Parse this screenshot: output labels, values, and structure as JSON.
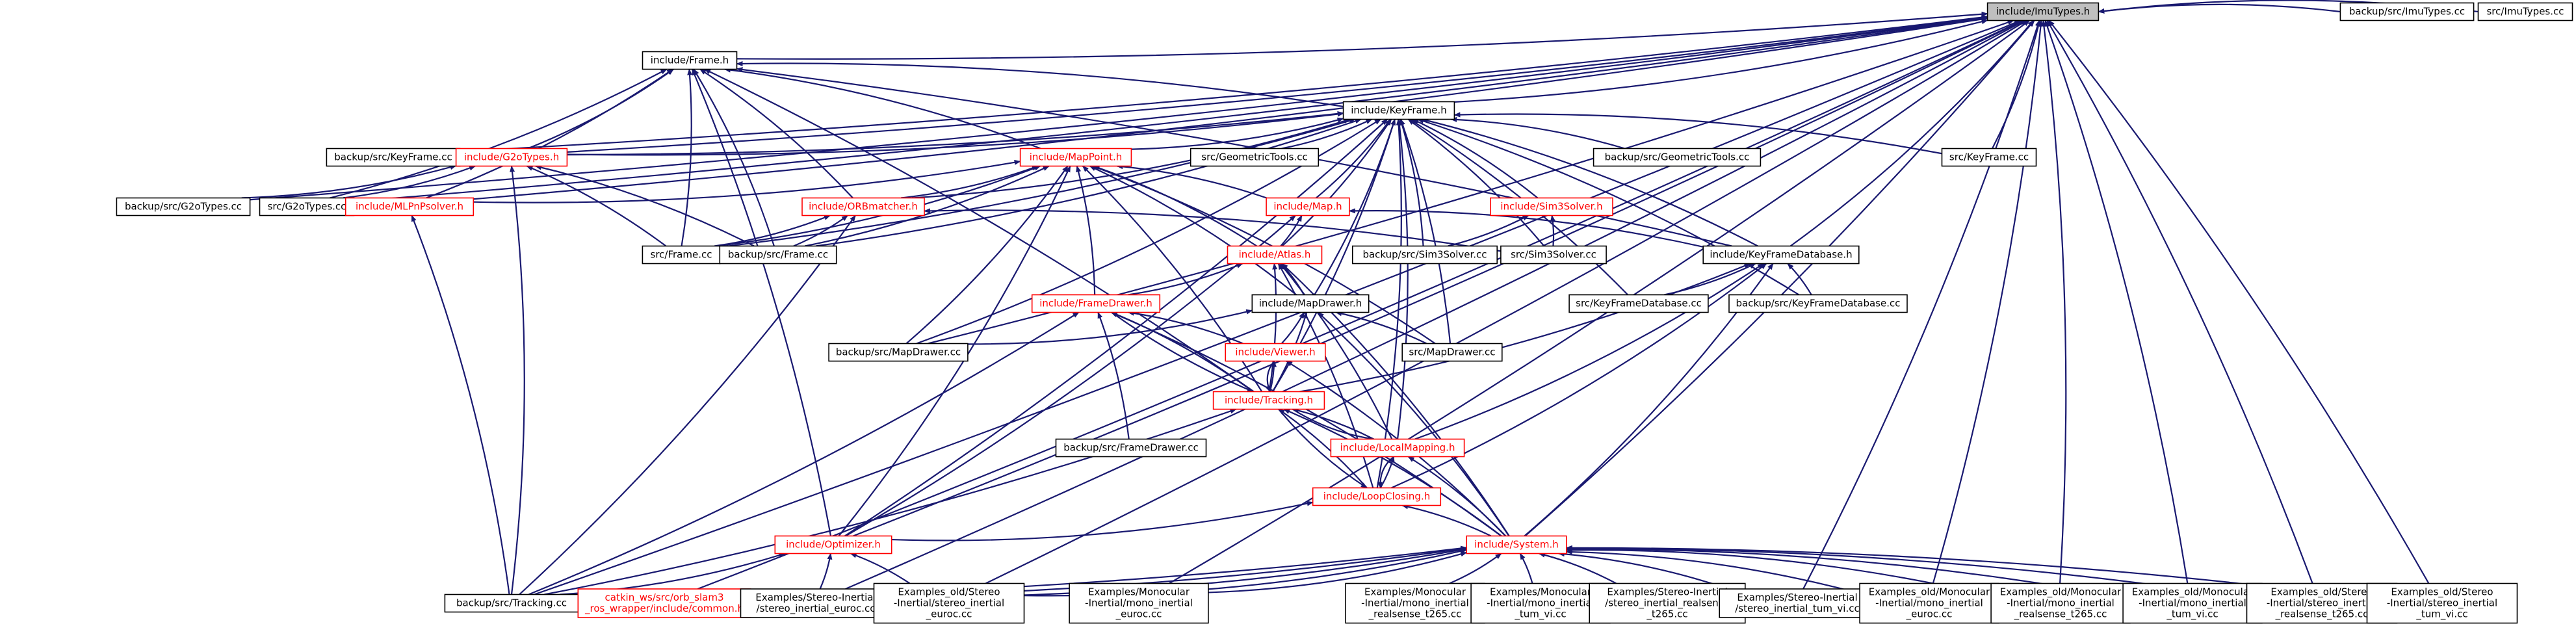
{
  "graph": {
    "nodes": [
      {
        "id": "imutypes_h",
        "lines": [
          "include/ImuTypes.h"
        ],
        "style": "root"
      },
      {
        "id": "backup_imutypes_cc",
        "lines": [
          "backup/src/ImuTypes.cc"
        ],
        "style": "normal"
      },
      {
        "id": "src_imutypes_cc",
        "lines": [
          "src/ImuTypes.cc"
        ],
        "style": "normal"
      },
      {
        "id": "frame_h",
        "lines": [
          "include/Frame.h"
        ],
        "style": "normal"
      },
      {
        "id": "keyframe_h",
        "lines": [
          "include/KeyFrame.h"
        ],
        "style": "normal"
      },
      {
        "id": "backup_keyframe_cc",
        "lines": [
          "backup/src/KeyFrame.cc"
        ],
        "style": "normal"
      },
      {
        "id": "g2otypes_h",
        "lines": [
          "include/G2oTypes.h"
        ],
        "style": "red"
      },
      {
        "id": "mappoint_h",
        "lines": [
          "include/MapPoint.h"
        ],
        "style": "red"
      },
      {
        "id": "src_geometrictools_cc",
        "lines": [
          "src/GeometricTools.cc"
        ],
        "style": "normal"
      },
      {
        "id": "backup_geometrictools_cc",
        "lines": [
          "backup/src/GeometricTools.cc"
        ],
        "style": "normal"
      },
      {
        "id": "src_keyframe_cc",
        "lines": [
          "src/KeyFrame.cc"
        ],
        "style": "normal"
      },
      {
        "id": "backup_g2otypes_cc",
        "lines": [
          "backup/src/G2oTypes.cc"
        ],
        "style": "normal"
      },
      {
        "id": "src_g2otypes_cc",
        "lines": [
          "src/G2oTypes.cc"
        ],
        "style": "normal"
      },
      {
        "id": "mlpnp_h",
        "lines": [
          "include/MLPnPsolver.h"
        ],
        "style": "red"
      },
      {
        "id": "orbmatcher_h",
        "lines": [
          "include/ORBmatcher.h"
        ],
        "style": "red"
      },
      {
        "id": "map_h",
        "lines": [
          "include/Map.h"
        ],
        "style": "red"
      },
      {
        "id": "sim3solver_h",
        "lines": [
          "include/Sim3Solver.h"
        ],
        "style": "red"
      },
      {
        "id": "src_frame_cc",
        "lines": [
          "src/Frame.cc"
        ],
        "style": "normal"
      },
      {
        "id": "backup_frame_cc",
        "lines": [
          "backup/src/Frame.cc"
        ],
        "style": "normal"
      },
      {
        "id": "backup_sim3solver_cc",
        "lines": [
          "backup/src/Sim3Solver.cc"
        ],
        "style": "normal"
      },
      {
        "id": "src_sim3solver_cc",
        "lines": [
          "src/Sim3Solver.cc"
        ],
        "style": "normal"
      },
      {
        "id": "kfdb_h",
        "lines": [
          "include/KeyFrameDatabase.h"
        ],
        "style": "normal"
      },
      {
        "id": "atlas_h",
        "lines": [
          "include/Atlas.h"
        ],
        "style": "red"
      },
      {
        "id": "framedrawer_h",
        "lines": [
          "include/FrameDrawer.h"
        ],
        "style": "red"
      },
      {
        "id": "mapdrawer_h",
        "lines": [
          "include/MapDrawer.h"
        ],
        "style": "normal"
      },
      {
        "id": "src_kfdb_cc",
        "lines": [
          "src/KeyFrameDatabase.cc"
        ],
        "style": "normal"
      },
      {
        "id": "backup_kfdb_cc",
        "lines": [
          "backup/src/KeyFrameDatabase.cc"
        ],
        "style": "normal"
      },
      {
        "id": "backup_mapdrawer_cc",
        "lines": [
          "backup/src/MapDrawer.cc"
        ],
        "style": "normal"
      },
      {
        "id": "src_mapdrawer_cc",
        "lines": [
          "src/MapDrawer.cc"
        ],
        "style": "normal"
      },
      {
        "id": "viewer_h",
        "lines": [
          "include/Viewer.h"
        ],
        "style": "red"
      },
      {
        "id": "tracking_h",
        "lines": [
          "include/Tracking.h"
        ],
        "style": "red"
      },
      {
        "id": "backup_framedrawer_cc",
        "lines": [
          "backup/src/FrameDrawer.cc"
        ],
        "style": "normal"
      },
      {
        "id": "localmapping_h",
        "lines": [
          "include/LocalMapping.h"
        ],
        "style": "red"
      },
      {
        "id": "loopclosing_h",
        "lines": [
          "include/LoopClosing.h"
        ],
        "style": "red"
      },
      {
        "id": "optimizer_h",
        "lines": [
          "include/Optimizer.h"
        ],
        "style": "red"
      },
      {
        "id": "system_h",
        "lines": [
          "include/System.h"
        ],
        "style": "red"
      },
      {
        "id": "backup_tracking_cc",
        "lines": [
          "backup/src/Tracking.cc"
        ],
        "style": "normal"
      },
      {
        "id": "catkin_common_h",
        "lines": [
          "catkin_ws/src/orb_slam3",
          "_ros_wrapper/include/common.h"
        ],
        "style": "red"
      },
      {
        "id": "ex_stereo_inertial_euroc",
        "lines": [
          "Examples/Stereo-Inertial",
          "/stereo_inertial_euroc.cc"
        ],
        "style": "normal"
      },
      {
        "id": "exold_stereo_inertial_euroc",
        "lines": [
          "Examples_old/Stereo",
          "-Inertial/stereo_inertial",
          "_euroc.cc"
        ],
        "style": "normal"
      },
      {
        "id": "ex_mono_inertial_euroc",
        "lines": [
          "Examples/Monocular",
          "-Inertial/mono_inertial",
          "_euroc.cc"
        ],
        "style": "normal"
      },
      {
        "id": "ex_mono_inertial_t265",
        "lines": [
          "Examples/Monocular",
          "-Inertial/mono_inertial",
          "_realsense_t265.cc"
        ],
        "style": "normal"
      },
      {
        "id": "ex_mono_inertial_tumvi",
        "lines": [
          "Examples/Monocular",
          "-Inertial/mono_inertial",
          "_tum_vi.cc"
        ],
        "style": "normal"
      },
      {
        "id": "ex_stereo_inertial_t265",
        "lines": [
          "Examples/Stereo-Inertial",
          "/stereo_inertial_realsense",
          "_t265.cc"
        ],
        "style": "normal"
      },
      {
        "id": "ex_stereo_inertial_tumvi",
        "lines": [
          "Examples/Stereo-Inertial",
          "/stereo_inertial_tum_vi.cc"
        ],
        "style": "normal"
      },
      {
        "id": "exold_mono_inertial_euroc",
        "lines": [
          "Examples_old/Monocular",
          "-Inertial/mono_inertial",
          "_euroc.cc"
        ],
        "style": "normal"
      },
      {
        "id": "exold_mono_inertial_t265",
        "lines": [
          "Examples_old/Monocular",
          "-Inertial/mono_inertial",
          "_realsense_t265.cc"
        ],
        "style": "normal"
      },
      {
        "id": "exold_mono_inertial_tumvi",
        "lines": [
          "Examples_old/Monocular",
          "-Inertial/mono_inertial",
          "_tum_vi.cc"
        ],
        "style": "normal"
      },
      {
        "id": "exold_stereo_inertial_t265",
        "lines": [
          "Examples_old/Stereo",
          "-Inertial/stereo_inertial",
          "_realsense_t265.cc"
        ],
        "style": "normal"
      },
      {
        "id": "exold_stereo_inertial_tumvi",
        "lines": [
          "Examples_old/Stereo",
          "-Inertial/stereo_inertial",
          "_tum_vi.cc"
        ],
        "style": "normal"
      }
    ],
    "edges": [
      [
        "imutypes_h",
        "backup_imutypes_cc"
      ],
      [
        "imutypes_h",
        "src_imutypes_cc"
      ],
      [
        "imutypes_h",
        "frame_h"
      ],
      [
        "imutypes_h",
        "keyframe_h"
      ],
      [
        "imutypes_h",
        "backup_keyframe_cc"
      ],
      [
        "imutypes_h",
        "g2otypes_h"
      ],
      [
        "imutypes_h",
        "src_keyframe_cc"
      ],
      [
        "imutypes_h",
        "kfdb_h"
      ],
      [
        "imutypes_h",
        "src_g2otypes_cc"
      ],
      [
        "imutypes_h",
        "mlpnp_h"
      ],
      [
        "imutypes_h",
        "backup_g2otypes_cc"
      ],
      [
        "imutypes_h",
        "optimizer_h"
      ],
      [
        "imutypes_h",
        "system_h"
      ],
      [
        "imutypes_h",
        "backup_tracking_cc"
      ],
      [
        "imutypes_h",
        "catkin_common_h"
      ],
      [
        "imutypes_h",
        "ex_stereo_inertial_euroc"
      ],
      [
        "imutypes_h",
        "ex_mono_inertial_euroc"
      ],
      [
        "imutypes_h",
        "exold_stereo_inertial_euroc"
      ],
      [
        "imutypes_h",
        "ex_stereo_inertial_tumvi"
      ],
      [
        "imutypes_h",
        "exold_mono_inertial_euroc"
      ],
      [
        "imutypes_h",
        "exold_mono_inertial_t265"
      ],
      [
        "imutypes_h",
        "exold_mono_inertial_tumvi"
      ],
      [
        "imutypes_h",
        "exold_stereo_inertial_t265"
      ],
      [
        "imutypes_h",
        "exold_stereo_inertial_tumvi"
      ],
      [
        "imutypes_h",
        "backup_mapdrawer_cc"
      ],
      [
        "frame_h",
        "keyframe_h"
      ],
      [
        "frame_h",
        "g2otypes_h"
      ],
      [
        "frame_h",
        "mappoint_h"
      ],
      [
        "frame_h",
        "orbmatcher_h"
      ],
      [
        "frame_h",
        "src_frame_cc"
      ],
      [
        "frame_h",
        "backup_frame_cc"
      ],
      [
        "frame_h",
        "src_g2otypes_cc"
      ],
      [
        "frame_h",
        "tracking_h"
      ],
      [
        "frame_h",
        "optimizer_h"
      ],
      [
        "frame_h",
        "kfdb_h"
      ],
      [
        "frame_h",
        "mlpnp_h"
      ],
      [
        "keyframe_h",
        "backup_keyframe_cc"
      ],
      [
        "keyframe_h",
        "g2otypes_h"
      ],
      [
        "keyframe_h",
        "mappoint_h"
      ],
      [
        "keyframe_h",
        "src_geometrictools_cc"
      ],
      [
        "keyframe_h",
        "backup_geometrictools_cc"
      ],
      [
        "keyframe_h",
        "src_keyframe_cc"
      ],
      [
        "keyframe_h",
        "orbmatcher_h"
      ],
      [
        "keyframe_h",
        "map_h"
      ],
      [
        "keyframe_h",
        "sim3solver_h"
      ],
      [
        "keyframe_h",
        "src_frame_cc"
      ],
      [
        "keyframe_h",
        "backup_frame_cc"
      ],
      [
        "keyframe_h",
        "backup_sim3solver_cc"
      ],
      [
        "keyframe_h",
        "src_sim3solver_cc"
      ],
      [
        "keyframe_h",
        "kfdb_h"
      ],
      [
        "keyframe_h",
        "atlas_h"
      ],
      [
        "keyframe_h",
        "mapdrawer_h"
      ],
      [
        "keyframe_h",
        "src_kfdb_cc"
      ],
      [
        "keyframe_h",
        "backup_kfdb_cc"
      ],
      [
        "keyframe_h",
        "backup_mapdrawer_cc"
      ],
      [
        "keyframe_h",
        "src_mapdrawer_cc"
      ],
      [
        "keyframe_h",
        "tracking_h"
      ],
      [
        "keyframe_h",
        "localmapping_h"
      ],
      [
        "keyframe_h",
        "loopclosing_h"
      ],
      [
        "keyframe_h",
        "optimizer_h"
      ],
      [
        "g2otypes_h",
        "backup_g2otypes_cc"
      ],
      [
        "g2otypes_h",
        "src_g2otypes_cc"
      ],
      [
        "g2otypes_h",
        "src_frame_cc"
      ],
      [
        "g2otypes_h",
        "backup_frame_cc"
      ],
      [
        "g2otypes_h",
        "backup_tracking_cc"
      ],
      [
        "mappoint_h",
        "mlpnp_h"
      ],
      [
        "mappoint_h",
        "orbmatcher_h"
      ],
      [
        "mappoint_h",
        "map_h"
      ],
      [
        "mappoint_h",
        "src_frame_cc"
      ],
      [
        "mappoint_h",
        "backup_frame_cc"
      ],
      [
        "mappoint_h",
        "atlas_h"
      ],
      [
        "mappoint_h",
        "framedrawer_h"
      ],
      [
        "mappoint_h",
        "mapdrawer_h"
      ],
      [
        "mappoint_h",
        "backup_mapdrawer_cc"
      ],
      [
        "mappoint_h",
        "src_mapdrawer_cc"
      ],
      [
        "mappoint_h",
        "optimizer_h"
      ],
      [
        "mappoint_h",
        "tracking_h"
      ],
      [
        "mlpnp_h",
        "backup_tracking_cc"
      ],
      [
        "orbmatcher_h",
        "src_frame_cc"
      ],
      [
        "orbmatcher_h",
        "backup_frame_cc"
      ],
      [
        "orbmatcher_h",
        "src_sim3solver_cc"
      ],
      [
        "orbmatcher_h",
        "backup_tracking_cc"
      ],
      [
        "map_h",
        "atlas_h"
      ],
      [
        "map_h",
        "kfdb_h"
      ],
      [
        "map_h",
        "optimizer_h"
      ],
      [
        "sim3solver_h",
        "backup_sim3solver_cc"
      ],
      [
        "sim3solver_h",
        "src_sim3solver_cc"
      ],
      [
        "kfdb_h",
        "src_kfdb_cc"
      ],
      [
        "kfdb_h",
        "backup_kfdb_cc"
      ],
      [
        "kfdb_h",
        "tracking_h"
      ],
      [
        "kfdb_h",
        "localmapping_h"
      ],
      [
        "kfdb_h",
        "loopclosing_h"
      ],
      [
        "kfdb_h",
        "system_h"
      ],
      [
        "atlas_h",
        "framedrawer_h"
      ],
      [
        "atlas_h",
        "mapdrawer_h"
      ],
      [
        "atlas_h",
        "tracking_h"
      ],
      [
        "atlas_h",
        "localmapping_h"
      ],
      [
        "atlas_h",
        "loopclosing_h"
      ],
      [
        "atlas_h",
        "system_h"
      ],
      [
        "framedrawer_h",
        "viewer_h"
      ],
      [
        "framedrawer_h",
        "tracking_h"
      ],
      [
        "framedrawer_h",
        "backup_framedrawer_cc"
      ],
      [
        "framedrawer_h",
        "system_h"
      ],
      [
        "framedrawer_h",
        "backup_tracking_cc"
      ],
      [
        "mapdrawer_h",
        "backup_mapdrawer_cc"
      ],
      [
        "mapdrawer_h",
        "src_mapdrawer_cc"
      ],
      [
        "mapdrawer_h",
        "viewer_h"
      ],
      [
        "mapdrawer_h",
        "tracking_h"
      ],
      [
        "mapdrawer_h",
        "system_h"
      ],
      [
        "viewer_h",
        "tracking_h"
      ],
      [
        "viewer_h",
        "system_h"
      ],
      [
        "tracking_h",
        "viewer_h"
      ],
      [
        "tracking_h",
        "localmapping_h"
      ],
      [
        "tracking_h",
        "loopclosing_h"
      ],
      [
        "tracking_h",
        "system_h"
      ],
      [
        "tracking_h",
        "backup_tracking_cc"
      ],
      [
        "tracking_h",
        "framedrawer_h"
      ],
      [
        "localmapping_h",
        "tracking_h"
      ],
      [
        "localmapping_h",
        "loopclosing_h"
      ],
      [
        "localmapping_h",
        "system_h"
      ],
      [
        "loopclosing_h",
        "tracking_h"
      ],
      [
        "loopclosing_h",
        "localmapping_h"
      ],
      [
        "loopclosing_h",
        "system_h"
      ],
      [
        "loopclosing_h",
        "optimizer_h"
      ],
      [
        "optimizer_h",
        "backup_tracking_cc"
      ],
      [
        "optimizer_h",
        "ex_stereo_inertial_euroc"
      ],
      [
        "optimizer_h",
        "exold_stereo_inertial_euroc"
      ],
      [
        "system_h",
        "backup_tracking_cc"
      ],
      [
        "system_h",
        "catkin_common_h"
      ],
      [
        "system_h",
        "ex_stereo_inertial_euroc"
      ],
      [
        "system_h",
        "exold_stereo_inertial_euroc"
      ],
      [
        "system_h",
        "ex_mono_inertial_euroc"
      ],
      [
        "system_h",
        "ex_mono_inertial_t265"
      ],
      [
        "system_h",
        "ex_mono_inertial_tumvi"
      ],
      [
        "system_h",
        "ex_stereo_inertial_t265"
      ],
      [
        "system_h",
        "ex_stereo_inertial_tumvi"
      ],
      [
        "system_h",
        "exold_mono_inertial_euroc"
      ],
      [
        "system_h",
        "exold_mono_inertial_t265"
      ],
      [
        "system_h",
        "exold_mono_inertial_tumvi"
      ],
      [
        "system_h",
        "exold_stereo_inertial_t265"
      ],
      [
        "system_h",
        "exold_stereo_inertial_tumvi"
      ]
    ]
  }
}
